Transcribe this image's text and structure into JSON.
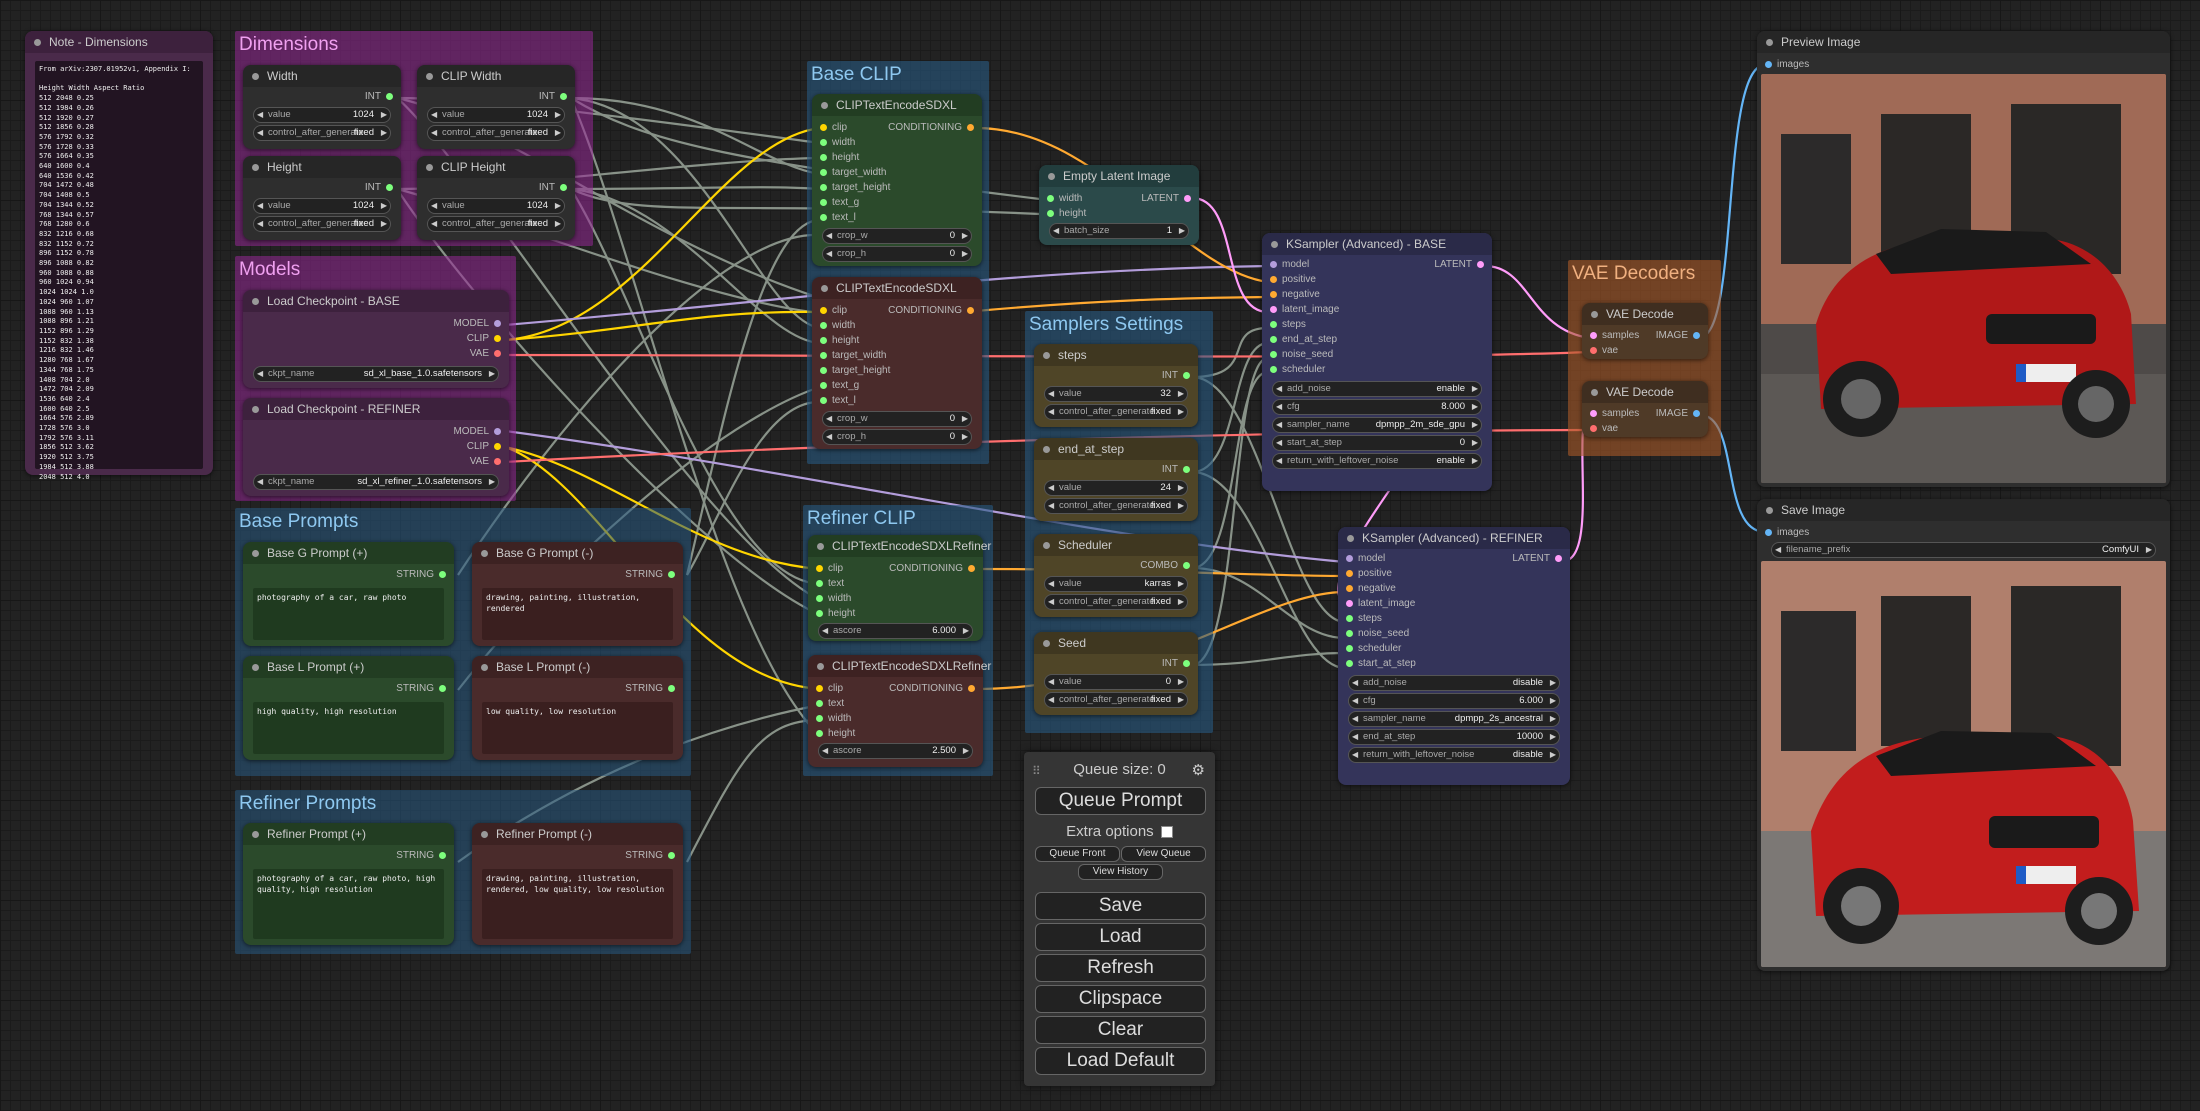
{
  "groups": {
    "dimensions": "Dimensions",
    "models": "Models",
    "base_prompts": "Base Prompts",
    "refiner_prompts": "Refiner Prompts",
    "base_clip": "Base CLIP",
    "refiner_clip": "Refiner CLIP",
    "samplers_settings": "Samplers Settings",
    "vae_decoders": "VAE Decoders"
  },
  "note": {
    "title": "Note - Dimensions",
    "text": "From arXiv:2307.01952v1, Appendix I:\n\nHeight Width Aspect Ratio\n512 2048 0.25\n512 1984 0.26\n512 1920 0.27\n512 1856 0.28\n576 1792 0.32\n576 1728 0.33\n576 1664 0.35\n640 1600 0.4\n640 1536 0.42\n704 1472 0.48\n704 1408 0.5\n704 1344 0.52\n768 1344 0.57\n768 1280 0.6\n832 1216 0.68\n832 1152 0.72\n896 1152 0.78\n896 1088 0.82\n960 1088 0.88\n960 1024 0.94\n1024 1024 1.0\n1024 960 1.07\n1088 960 1.13\n1088 896 1.21\n1152 896 1.29\n1152 832 1.38\n1216 832 1.46\n1280 768 1.67\n1344 768 1.75\n1408 704 2.0\n1472 704 2.09\n1536 640 2.4\n1600 640 2.5\n1664 576 2.89\n1728 576 3.0\n1792 576 3.11\n1856 512 3.62\n1920 512 3.75\n1984 512 3.88\n2048 512 4.0"
  },
  "primitives": {
    "width": {
      "title": "Width",
      "out": "INT",
      "value_label": "value",
      "value": "1024",
      "control_label": "control_after_generate",
      "control_value": "fixed"
    },
    "clip_width": {
      "title": "CLIP Width",
      "out": "INT",
      "value_label": "value",
      "value": "1024",
      "control_label": "control_after_generate",
      "control_value": "fixed"
    },
    "height": {
      "title": "Height",
      "out": "INT",
      "value_label": "value",
      "value": "1024",
      "control_label": "control_after_generate",
      "control_value": "fixed"
    },
    "clip_height": {
      "title": "CLIP Height",
      "out": "INT",
      "value_label": "value",
      "value": "1024",
      "control_label": "control_after_generate",
      "control_value": "fixed"
    }
  },
  "checkpoints": {
    "base": {
      "title": "Load Checkpoint - BASE",
      "out_model": "MODEL",
      "out_clip": "CLIP",
      "out_vae": "VAE",
      "ckpt_label": "ckpt_name",
      "ckpt_value": "sd_xl_base_1.0.safetensors"
    },
    "refiner": {
      "title": "Load Checkpoint - REFINER",
      "out_model": "MODEL",
      "out_clip": "CLIP",
      "out_vae": "VAE",
      "ckpt_label": "ckpt_name",
      "ckpt_value": "sd_xl_refiner_1.0.safetensors"
    }
  },
  "prompts": {
    "base_g_pos": {
      "title": "Base G Prompt (+)",
      "out": "STRING",
      "text": "photography of a car, raw photo"
    },
    "base_g_neg": {
      "title": "Base G Prompt (-)",
      "out": "STRING",
      "text": "drawing, painting, illustration, rendered"
    },
    "base_l_pos": {
      "title": "Base L Prompt (+)",
      "out": "STRING",
      "text": "high quality, high resolution"
    },
    "base_l_neg": {
      "title": "Base L Prompt (-)",
      "out": "STRING",
      "text": "low quality, low resolution"
    },
    "ref_pos": {
      "title": "Refiner Prompt (+)",
      "out": "STRING",
      "text": "photography of a car, raw photo, high quality, high resolution"
    },
    "ref_neg": {
      "title": "Refiner Prompt (-)",
      "out": "STRING",
      "text": "drawing, painting, illustration, rendered, low quality, low resolution"
    }
  },
  "clip_sdxl_pos": {
    "title": "CLIPTextEncodeSDXL",
    "out": "CONDITIONING",
    "inputs": [
      "clip",
      "width",
      "height",
      "target_width",
      "target_height",
      "text_g",
      "text_l"
    ],
    "crop_w_label": "crop_w",
    "crop_w": "0",
    "crop_h_label": "crop_h",
    "crop_h": "0"
  },
  "clip_sdxl_neg": {
    "title": "CLIPTextEncodeSDXL",
    "out": "CONDITIONING",
    "inputs": [
      "clip",
      "width",
      "height",
      "target_width",
      "target_height",
      "text_g",
      "text_l"
    ],
    "crop_w_label": "crop_w",
    "crop_w": "0",
    "crop_h_label": "crop_h",
    "crop_h": "0"
  },
  "clip_ref_pos": {
    "title": "CLIPTextEncodeSDXLRefiner",
    "out": "CONDITIONING",
    "inputs": [
      "clip",
      "text",
      "width",
      "height"
    ],
    "ascore_label": "ascore",
    "ascore": "6.000"
  },
  "clip_ref_neg": {
    "title": "CLIPTextEncodeSDXLRefiner",
    "out": "CONDITIONING",
    "inputs": [
      "clip",
      "text",
      "width",
      "height"
    ],
    "ascore_label": "ascore",
    "ascore": "2.500"
  },
  "empty_latent": {
    "title": "Empty Latent Image",
    "out": "LATENT",
    "inputs": [
      "width",
      "height"
    ],
    "batch_label": "batch_size",
    "batch_value": "1"
  },
  "settings": {
    "steps": {
      "title": "steps",
      "out": "INT",
      "value_label": "value",
      "value": "32",
      "control_label": "control_after_generate",
      "control_value": "fixed"
    },
    "end_at_step": {
      "title": "end_at_step",
      "out": "INT",
      "value_label": "value",
      "value": "24",
      "control_label": "control_after_generate",
      "control_value": "fixed"
    },
    "scheduler": {
      "title": "Scheduler",
      "out": "COMBO",
      "value_label": "value",
      "value": "karras",
      "control_label": "control_after_generate",
      "control_value": "fixed"
    },
    "seed": {
      "title": "Seed",
      "out": "INT",
      "value_label": "value",
      "value": "0",
      "control_label": "control_after_generate",
      "control_value": "fixed"
    }
  },
  "ksampler_base": {
    "title": "KSampler (Advanced) - BASE",
    "out": "LATENT",
    "inputs": [
      "model",
      "positive",
      "negative",
      "latent_image",
      "steps",
      "end_at_step",
      "noise_seed",
      "scheduler"
    ],
    "widgets": [
      {
        "label": "add_noise",
        "value": "enable"
      },
      {
        "label": "cfg",
        "value": "8.000"
      },
      {
        "label": "sampler_name",
        "value": "dpmpp_2m_sde_gpu"
      },
      {
        "label": "start_at_step",
        "value": "0"
      },
      {
        "label": "return_with_leftover_noise",
        "value": "enable"
      }
    ]
  },
  "ksampler_refiner": {
    "title": "KSampler (Advanced) - REFINER",
    "out": "LATENT",
    "inputs": [
      "model",
      "positive",
      "negative",
      "latent_image",
      "steps",
      "noise_seed",
      "scheduler",
      "start_at_step"
    ],
    "widgets": [
      {
        "label": "add_noise",
        "value": "disable"
      },
      {
        "label": "cfg",
        "value": "6.000"
      },
      {
        "label": "sampler_name",
        "value": "dpmpp_2s_ancestral"
      },
      {
        "label": "end_at_step",
        "value": "10000"
      },
      {
        "label": "return_with_leftover_noise",
        "value": "disable"
      }
    ]
  },
  "vae_decode_1": {
    "title": "VAE Decode",
    "out": "IMAGE",
    "inputs": [
      "samples",
      "vae"
    ]
  },
  "vae_decode_2": {
    "title": "VAE Decode",
    "out": "IMAGE",
    "inputs": [
      "samples",
      "vae"
    ]
  },
  "preview": {
    "title": "Preview Image",
    "input": "images"
  },
  "save": {
    "title": "Save Image",
    "input": "images",
    "prefix_label": "filename_prefix",
    "prefix_value": "ComfyUI"
  },
  "menu": {
    "queue_size": "Queue size: 0",
    "queue_prompt": "Queue Prompt",
    "extra_options": "Extra options",
    "queue_front": "Queue Front",
    "view_queue": "View Queue",
    "view_history": "View History",
    "save": "Save",
    "load": "Load",
    "refresh": "Refresh",
    "clipspace": "Clipspace",
    "clear": "Clear",
    "load_default": "Load Default"
  },
  "colors": {
    "clip": "#ffd500",
    "int": "#7dff7d",
    "conditioning": "#ffa931",
    "latent": "#ff9cf9",
    "model": "#b39ddb",
    "vae": "#ff6e6e",
    "image": "#64b5f6"
  }
}
